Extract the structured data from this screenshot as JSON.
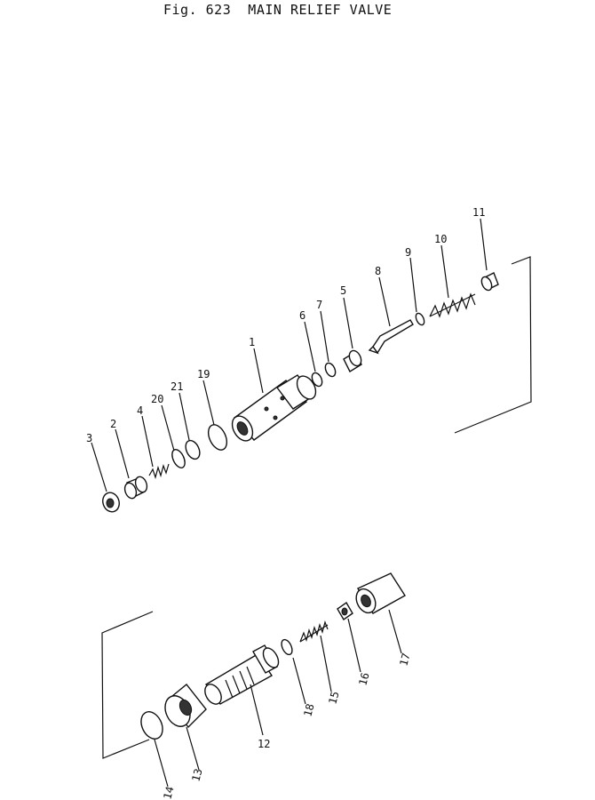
{
  "title": "Fig. 623  MAIN RELIEF VALVE",
  "callouts": [
    "1",
    "2",
    "3",
    "4",
    "5",
    "6",
    "7",
    "8",
    "9",
    "10",
    "11",
    "12",
    "13",
    "14",
    "15",
    "16",
    "17",
    "18",
    "19",
    "20",
    "21"
  ]
}
